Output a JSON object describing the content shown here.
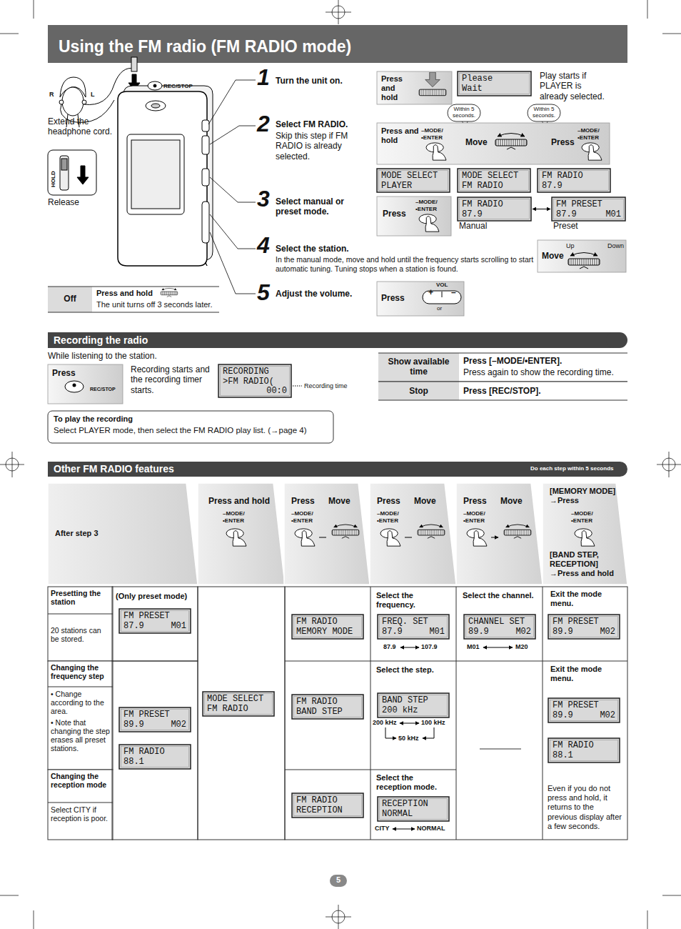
{
  "diagram": {
    "title": "Using the FM radio (FM RADIO mode)",
    "nodes": [
      {
        "text": [
          "Press and hold"
        ]
      },
      {
        "text": [
          "Please",
          "Wait"
        ]
      },
      {
        "text": [
          "Within 5 seconds."
        ]
      },
      {
        "text": [
          "Within 5 seconds."
        ]
      },
      {
        "text": [
          "Press and hold",
          "–MODE/ •ENTER",
          "Move",
          "Press",
          "–MODE/ •ENTER"
        ]
      },
      {
        "text": [
          "MODE SELECT",
          "PLAYER"
        ]
      },
      {
        "text": [
          "MODE SELECT",
          "FM RADIO"
        ]
      },
      {
        "text": [
          "FM RADIO",
          "87.9"
        ]
      },
      {
        "text": [
          "Press",
          "–MODE/ •ENTER"
        ]
      },
      {
        "text": [
          "FM RADIO",
          "87.9"
        ]
      },
      {
        "text": [
          "FM PRESET",
          "87.9",
          "M01"
        ]
      },
      {
        "text": [
          "Move",
          "Up",
          "Down"
        ]
      },
      {
        "text": [
          "Press",
          "VOL",
          "+",
          "–",
          "or"
        ]
      },
      {
        "text": [
          "Off"
        ]
      },
      {
        "text": [
          "Press and hold",
          "The unit turns off 3 seconds later."
        ]
      },
      {
        "text": [
          "Recording the radio"
        ]
      },
      {
        "text": [
          "Press",
          "REC/STOP"
        ]
      },
      {
        "text": [
          "RECORDING",
          ">FM RADIO(",
          "00:0"
        ]
      },
      {
        "text": [
          "Show available time"
        ]
      },
      {
        "text": [
          "Press [–MODE/•ENTER].",
          "Press again to show the recording time."
        ]
      },
      {
        "text": [
          "Stop"
        ]
      },
      {
        "text": [
          "Press [REC/STOP]."
        ]
      },
      {
        "text": [
          "To play the recording",
          "Select PLAYER mode, then select the FM RADIO play list. (→page 4)"
        ]
      },
      {
        "text": [
          "Other FM RADIO features",
          "Do each step within 5 seconds"
        ]
      },
      {
        "text": [
          "After step 3"
        ]
      },
      {
        "text": [
          "Press and hold",
          "–MODE/ •ENTER"
        ]
      },
      {
        "text": [
          "Press",
          "Move",
          "–MODE/ •ENTER"
        ]
      },
      {
        "text": [
          "Press",
          "Move",
          "–MODE/ •ENTER"
        ]
      },
      {
        "text": [
          "Press",
          "Move",
          "–MODE/ •ENTER"
        ]
      },
      {
        "text": [
          "[MEMORY MODE] →Press",
          "–MODE/ •ENTER",
          "[BAND STEP, RECEPTION] →Press and hold"
        ]
      },
      {
        "text": [
          "Presetting the station",
          "20 stations can be stored."
        ]
      },
      {
        "text": [
          "Changing the frequency step",
          "• Change according to the area.",
          "• Note that changing the step erases all preset stations."
        ]
      },
      {
        "text": [
          "Changing the reception mode",
          "Select CITY if reception is poor."
        ]
      },
      {
        "text": [
          "FM PRESET",
          "87.9",
          "M01"
        ]
      },
      {
        "text": [
          "FM PRESET",
          "89.9",
          "M02"
        ]
      },
      {
        "text": [
          "FM RADIO",
          "88.1"
        ]
      },
      {
        "text": [
          "MODE SELECT",
          "FM RADIO"
        ]
      },
      {
        "text": [
          "FM RADIO",
          "MEMORY MODE"
        ]
      },
      {
        "text": [
          "FM RADIO",
          "BAND STEP"
        ]
      },
      {
        "text": [
          "FM RADIO",
          "RECEPTION"
        ]
      },
      {
        "text": [
          "FREQ. SET",
          "87.9",
          "M01"
        ]
      },
      {
        "text": [
          "BAND STEP",
          "200 kHz"
        ]
      },
      {
        "text": [
          "RECEPTION",
          "NORMAL"
        ]
      },
      {
        "text": [
          "CHANNEL SET",
          "89.9",
          "M02"
        ]
      },
      {
        "text": [
          "FM PRESET",
          "89.9",
          "M02"
        ]
      },
      {
        "text": [
          "FM PRESET",
          "89.9",
          "M02"
        ]
      },
      {
        "text": [
          "FM RADIO",
          "88.1"
        ]
      },
      {
        "text": [
          "5"
        ]
      }
    ],
    "edges": [
      {
        "from": 9,
        "to": 10,
        "arrow": "both"
      }
    ],
    "labels": [
      "R",
      "L",
      "REC/STOP",
      "Extend the headphone cord.",
      "HOLD",
      "Release",
      "1",
      "Turn the unit on.",
      "Play starts if PLAYER is already selected.",
      "2",
      "Select FM RADIO.",
      "Skip this step if FM RADIO is already selected.",
      "3",
      "Select manual or preset mode.",
      "Manual",
      "Preset",
      "4",
      "Select the station.",
      "In the manual mode, move and hold until the frequency starts scrolling to start automatic tuning. Tuning stops when a station is found.",
      "5",
      "Adjust the volume.",
      "While listening to the station.",
      "Recording starts and the recording timer starts.",
      "Recording time",
      "(Only preset mode)",
      "Select the frequency.",
      "87.9",
      "107.9",
      "Select the channel.",
      "M01",
      "M20",
      "Exit the mode menu.",
      "Select the step.",
      "200 kHz",
      "100 kHz",
      "50 kHz",
      "Exit the mode menu.",
      "Select the reception mode.",
      "CITY",
      "NORMAL",
      "Even if you do not press and hold, it returns to the previous display after a few seconds."
    ]
  }
}
